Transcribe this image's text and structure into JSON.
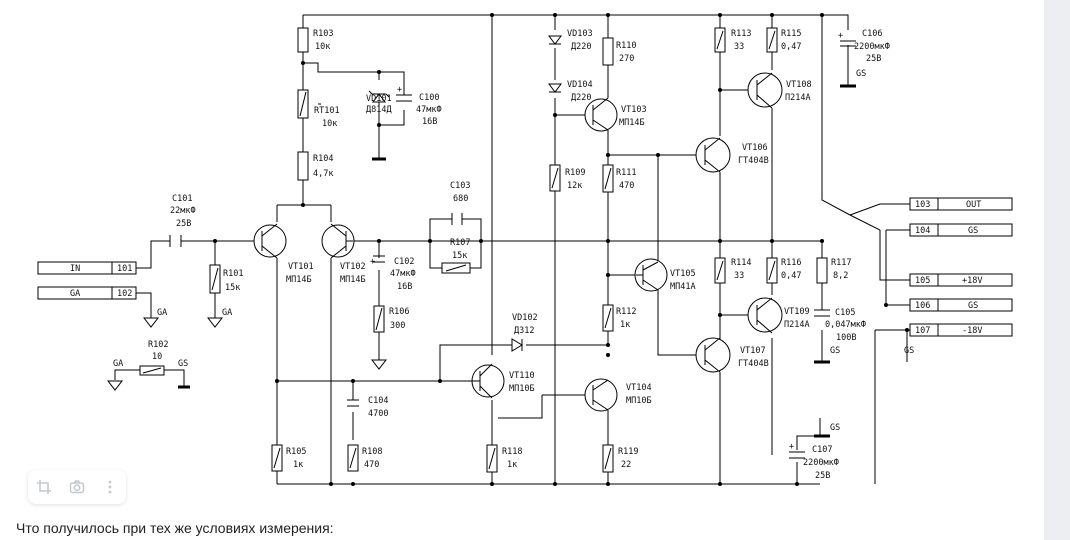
{
  "caption": "Что получилось при тех же условиях измерения:",
  "toolbar": {
    "icons": [
      "crop-icon",
      "camera-icon",
      "more-icon"
    ]
  },
  "labels": {
    "R103": "R103",
    "R103v": "10к",
    "RT101": "RT101",
    "RT101v": "10к",
    "VD101": "VD101",
    "VD101v": "Д814Д",
    "C100": "C100",
    "C100v": "47мкФ",
    "C100u": "16В",
    "R104": "R104",
    "R104v": "4,7к",
    "C101": "C101",
    "C101v": "22мкФ",
    "C101u": "25В",
    "R101": "R101",
    "R101v": "15к",
    "VT101": "VT101",
    "VT101t": "МП14Б",
    "VT102": "VT102",
    "VT102t": "МП14Б",
    "C102": "C102",
    "C102v": "47мкФ",
    "C102u": "16В",
    "R106": "R106",
    "R106v": "300",
    "C103": "C103",
    "C103v": "680",
    "R107": "R107",
    "R107v": "15к",
    "VD103": "VD103",
    "VD103t": "Д220",
    "VD104": "VD104",
    "VD104t": "Д220",
    "R110": "R110",
    "R110v": "270",
    "VT103": "VT103",
    "VT103t": "МП14Б",
    "R109": "R109",
    "R109v": "12к",
    "R111": "R111",
    "R111v": "470",
    "VT105": "VT105",
    "VT105t": "МП41А",
    "R112": "R112",
    "R112v": "1к",
    "VD102": "VD102",
    "VD102t": "Д312",
    "VT110": "VT110",
    "VT110t": "МП10Б",
    "VT104": "VT104",
    "VT104t": "МП10Б",
    "C104": "C104",
    "C104v": "4700",
    "R105": "R105",
    "R105v": "1к",
    "R108": "R108",
    "R108v": "470",
    "R118": "R118",
    "R118v": "1к",
    "R119": "R119",
    "R119v": "22",
    "R113": "R113",
    "R113v": "33",
    "R115": "R115",
    "R115v": "0,47",
    "VT108": "VT108",
    "VT108t": "П214А",
    "VT106": "VT106",
    "VT106t": "ГТ404В",
    "R114": "R114",
    "R114v": "33",
    "R116": "R116",
    "R116v": "0,47",
    "R117": "R117",
    "R117v": "8,2",
    "VT109": "VT109",
    "VT109t": "П214А",
    "VT107": "VT107",
    "VT107t": "ГТ404В",
    "C105": "C105",
    "C105v": "0,047мкФ",
    "C105u": "100В",
    "C106": "C106",
    "C106v": "2200мкФ",
    "C106u": "25В",
    "C107": "C107",
    "C107v": "2200мкФ",
    "C107u": "25В",
    "R102": "R102",
    "R102v": "10",
    "GA": "GA",
    "GS": "GS",
    "plus": "+"
  },
  "connectors": [
    {
      "name": "IN",
      "num": "101"
    },
    {
      "name": "GA",
      "num": "102"
    },
    {
      "name": "OUT",
      "num": "103"
    },
    {
      "name": "GS",
      "num": "104"
    },
    {
      "name": "+18V",
      "num": "105"
    },
    {
      "name": "GS",
      "num": "106"
    },
    {
      "name": "-18V",
      "num": "107"
    }
  ]
}
